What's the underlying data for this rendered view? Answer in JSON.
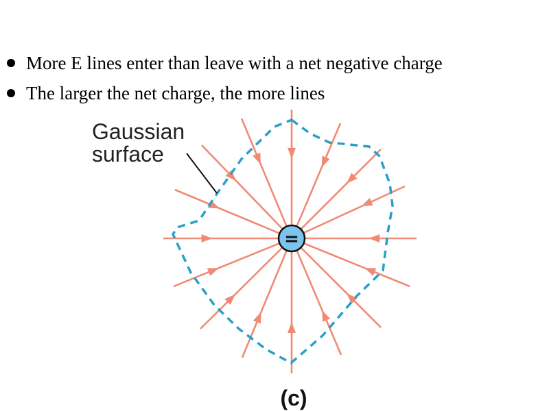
{
  "bullets": [
    "More E lines enter than leave with a net negative charge",
    "The larger the net charge, the more lines"
  ],
  "figure": {
    "label_line1": "Gaussian",
    "label_line2": "surface",
    "charge_symbol": "=",
    "caption": "(c)",
    "colors": {
      "field_line": "#f08a74",
      "surface": "#2aa0c8",
      "charge_fill": "#7cc4ec"
    }
  }
}
